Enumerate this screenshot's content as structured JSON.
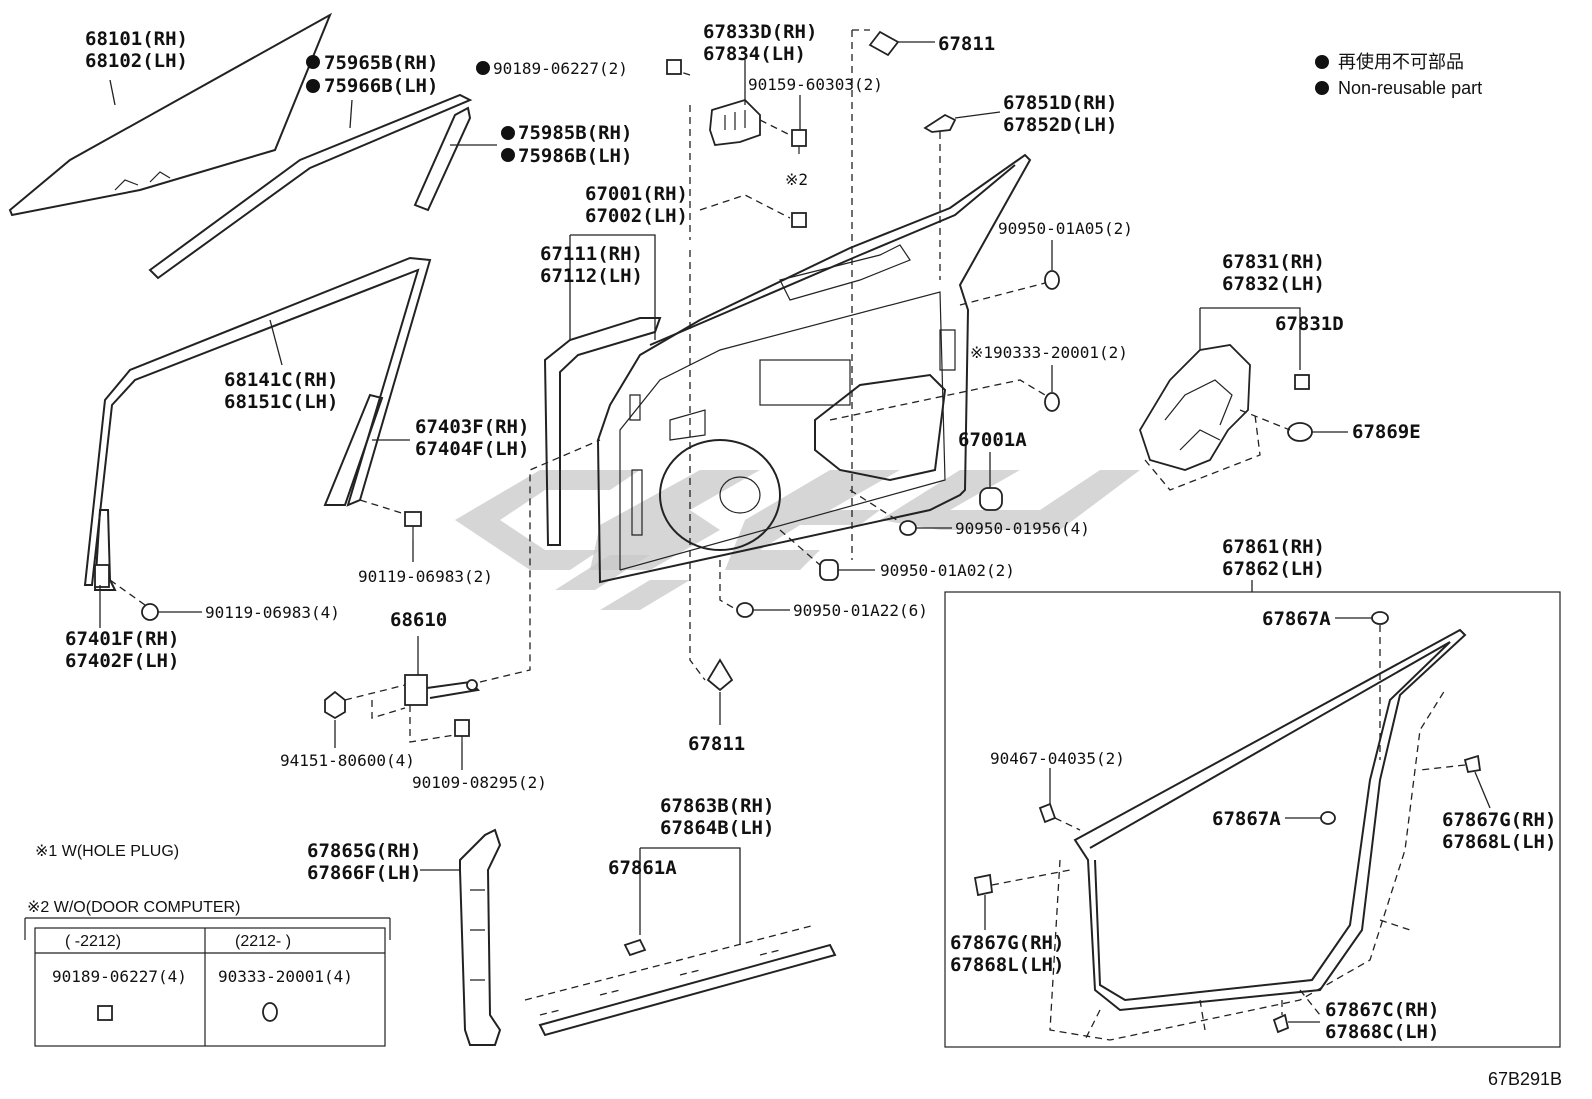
{
  "legend": {
    "items": [
      "再使用不可部品",
      "Non-reusable part"
    ]
  },
  "labels": {
    "l68101": "68101(RH)",
    "l68102": "68102(LH)",
    "l75965b": "75965B(RH)",
    "l75966b": "75966B(LH)",
    "l75985b": "75985B(RH)",
    "l75986b": "75986B(LH)",
    "l90189": "90189-06227(2)",
    "l67833d": "67833D(RH)",
    "l67834": "67834(LH)",
    "l90159": "90159-60303(2)",
    "l67811a": "67811",
    "l67851d": "67851D(RH)",
    "l67852d": "67852D(LH)",
    "note2": "※2",
    "l67001": "67001(RH)",
    "l67002": "67002(LH)",
    "l67111": "67111(RH)",
    "l67112": "67112(LH)",
    "l90950_01a05": "90950-01A05(2)",
    "l67831": "67831(RH)",
    "l67832": "67832(LH)",
    "l67831d": "67831D",
    "l68141c": "68141C(RH)",
    "l68151c": "68151C(LH)",
    "l190333": "※190333-20001(2)",
    "l67403f": "67403F(RH)",
    "l67404f": "67404F(LH)",
    "l67001a": "67001A",
    "l67869e": "67869E",
    "l90950_01956": "90950-01956(4)",
    "l90119_2": "90119-06983(2)",
    "l90950_01a02": "90950-01A02(2)",
    "l67861": "67861(RH)",
    "l67862": "67862(LH)",
    "l90119_4": "90119-06983(4)",
    "l68610": "68610",
    "l90950_01a22": "90950-01A22(6)",
    "l67867a_1": "67867A",
    "l67401f": "67401F(RH)",
    "l67402f": "67402F(LH)",
    "l67811b": "67811",
    "l94151": "94151-80600(4)",
    "l90467": "90467-04035(2)",
    "l90109": "90109-08295(2)",
    "l67863b": "67863B(RH)",
    "l67864b": "67864B(LH)",
    "l67867a_2": "67867A",
    "l67867g_r": "67867G(RH)",
    "l67868l_r": "67868L(LH)",
    "l67865g": "67865G(RH)",
    "l67866f": "67866F(LH)",
    "l67861a": "67861A",
    "l67867g_l": "67867G(RH)",
    "l67868l_l": "67868L(LH)",
    "l67867c": "67867C(RH)",
    "l67868c": "67868C(LH)",
    "code": "67B291B"
  },
  "notes": {
    "note1": "※1 W(HOLE PLUG)",
    "note2_title": "※2 W/O(DOOR COMPUTER)",
    "table_header_left": "(      -2212)",
    "table_header_right": "(2212-      )",
    "table_cell_left": "90189-06227(4)",
    "table_cell_right": "90333-20001(4)"
  }
}
